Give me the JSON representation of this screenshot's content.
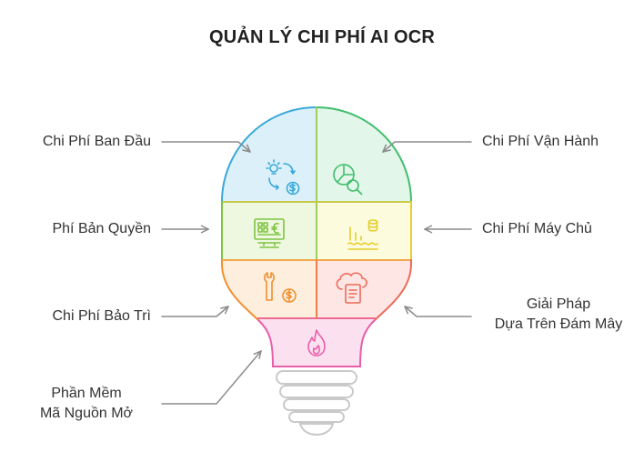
{
  "title": "QUẢN LÝ CHI PHÍ AI OCR",
  "segments": {
    "initial_cost": {
      "label": "Chi Phí Ban Đầu",
      "fill": "#dcf0fa",
      "stroke": "#39a9d9"
    },
    "operating_cost": {
      "label": "Chi Phí Vận Hành",
      "fill": "#e2f6e9",
      "stroke": "#3fbe6c"
    },
    "license_fee": {
      "label": "Phí Bản Quyền",
      "fill": "#eef8e0",
      "stroke": "#7fc440"
    },
    "server_cost": {
      "label": "Chi Phí Máy Chủ",
      "fill": "#fdfbdd",
      "stroke": "#e6ce2c"
    },
    "maintenance_cost": {
      "label": "Chi Phí Bảo Trì",
      "fill": "#fdeedd",
      "stroke": "#f28f2f"
    },
    "cloud_solution": {
      "line1": "Giải Pháp",
      "line2": "Dựa Trên Đám Mây",
      "fill": "#fde6e3",
      "stroke": "#ec6a5a"
    },
    "open_source": {
      "line1": "Phần Mềm",
      "line2": "Mã Nguồn Mở",
      "fill": "#fbe1ef",
      "stroke": "#ea5ea9"
    }
  },
  "icons": {
    "initial_cost": "idea-money-cycle-icon",
    "operating_cost": "pie-chart-magnifier-icon",
    "license_fee": "currency-monitor-icon",
    "server_cost": "database-bar-chart-icon",
    "maintenance_cost": "wrench-money-icon",
    "cloud_solution": "cloud-document-icon",
    "open_source": "flame-icon"
  },
  "bulb_base_color": "#c9c9c9",
  "arrow_color": "#8c8c8c"
}
